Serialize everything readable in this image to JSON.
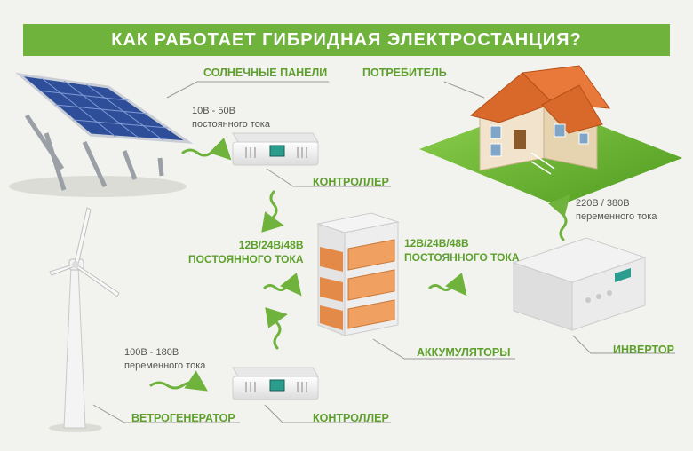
{
  "title": "КАК РАБОТАЕТ ГИБРИДНАЯ ЭЛЕКТРОСТАНЦИЯ?",
  "labels": {
    "solar_panels": "СОЛНЕЧНЫЕ ПАНЕЛИ",
    "consumer": "ПОТРЕБИТЕЛЬ",
    "controller_top": "КОНТРОЛЛЕР",
    "controller_bottom": "КОНТРОЛЛЕР",
    "batteries": "АККУМУЛЯТОРЫ",
    "inverter": "ИНВЕРТОР",
    "wind_generator": "ВЕТРОГЕНЕРАТОР"
  },
  "specs": {
    "solar_voltage": "10В - 50В",
    "solar_current": "постоянного тока",
    "wind_voltage": "100В - 180В",
    "wind_current": "переменного тока",
    "battery_in_voltage": "12В/24В/48В",
    "battery_in_current": "ПОСТОЯННОГО ТОКА",
    "battery_out_voltage": "12В/24В/48В",
    "battery_out_current": "ПОСТОЯННОГО ТОКА",
    "inverter_voltage": "220В / 380В",
    "inverter_current": "переменного тока"
  },
  "colors": {
    "accent_green": "#6fb23c",
    "label_green": "#5ea02c",
    "roof_orange": "#d9692a",
    "battery_orange": "#f0a060",
    "panel_blue": "#2e4e9a"
  },
  "icons": [
    "solar-panel-icon",
    "wind-turbine-icon",
    "house-icon",
    "controller-icon",
    "battery-rack-icon",
    "inverter-icon",
    "wavy-arrow-icon"
  ]
}
